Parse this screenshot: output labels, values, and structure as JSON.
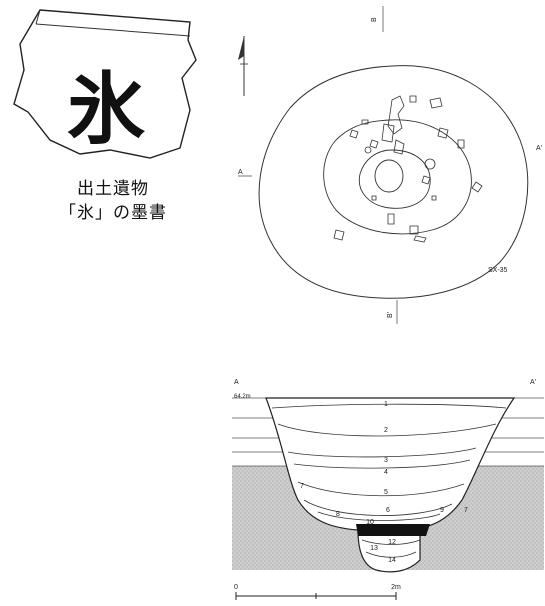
{
  "caption": {
    "line1": "出土遺物",
    "line2": "「氷」の墨書"
  },
  "sherd": {
    "character": "氷"
  },
  "plan": {
    "label_b_top": "B",
    "label_b_bottom": "B'",
    "label_a": "A",
    "label_a_right": "A'",
    "feature_id": "SX-35"
  },
  "section": {
    "label_a": "A",
    "label_a_right": "A'",
    "elevation": "64.2m",
    "layers": [
      "1",
      "2",
      "3",
      "4",
      "5",
      "6",
      "7",
      "7",
      "8",
      "9",
      "10",
      "12",
      "13",
      "14"
    ]
  },
  "scale_bar": {
    "start_label": "0",
    "end_label": "2m"
  }
}
